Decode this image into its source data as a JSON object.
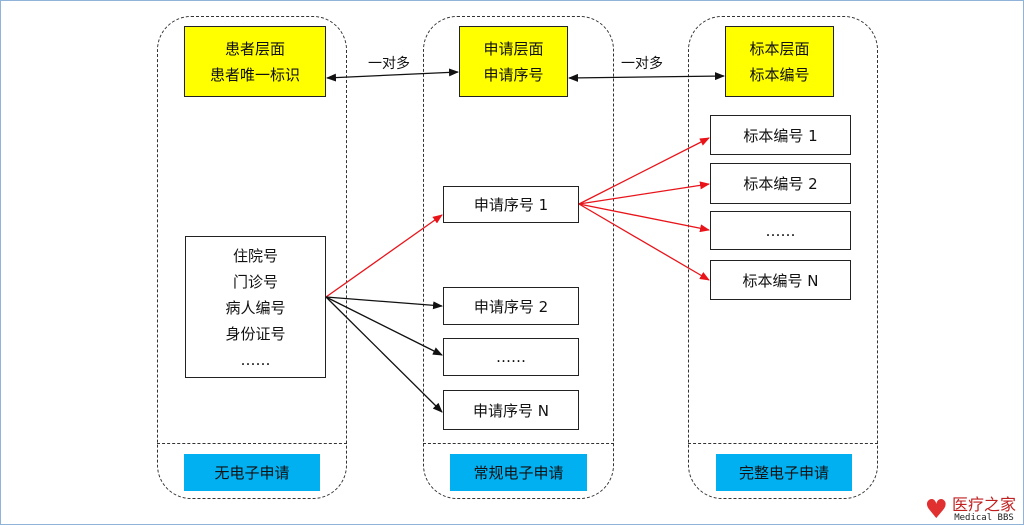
{
  "levels": {
    "patient": {
      "line1": "患者层面",
      "line2": "患者唯一标识"
    },
    "request": {
      "line1": "申请层面",
      "line2": "申请序号"
    },
    "specimen": {
      "line1": "标本层面",
      "line2": "标本编号"
    }
  },
  "relations": {
    "patient_request": "一对多",
    "request_specimen": "一对多"
  },
  "patient_ids": [
    "住院号",
    "门诊号",
    "病人编号",
    "身份证号",
    "……"
  ],
  "requests": [
    "申请序号 1",
    "申请序号 2",
    "……",
    "申请序号 N"
  ],
  "specimens": [
    "标本编号 1",
    "标本编号 2",
    "……",
    "标本编号 N"
  ],
  "footers": {
    "col1": "无电子申请",
    "col2": "常规电子申请",
    "col3": "完整电子申请"
  },
  "watermark": {
    "cn": "医疗之家",
    "en": "Medical BBS"
  },
  "colors": {
    "highlight_arrow": "#e8141a",
    "normal_arrow": "#111111",
    "level_box": "#ffff00",
    "footer_box": "#00b0f0"
  }
}
